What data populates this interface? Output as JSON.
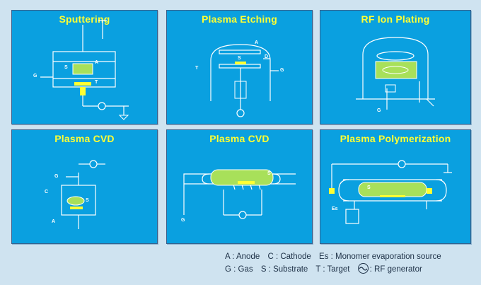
{
  "panels": [
    {
      "title": "Sputtering",
      "labels": [
        "S",
        "A",
        "T",
        "G"
      ]
    },
    {
      "title": "Plasma Etching",
      "labels": [
        "A",
        "S",
        "D",
        "T",
        "G"
      ]
    },
    {
      "title": "RF Ion Plating",
      "labels": [
        "G"
      ]
    },
    {
      "title": "Plasma CVD",
      "labels": [
        "G",
        "C",
        "S",
        "A"
      ]
    },
    {
      "title": "Plasma CVD",
      "labels": [
        "S",
        "G"
      ]
    },
    {
      "title": "Plasma Polymerization",
      "labels": [
        "S",
        "Es"
      ]
    }
  ],
  "legend": {
    "anode": "A : Anode",
    "cathode": "C : Cathode",
    "monomer": "Es : Monomer evaporation source",
    "gas": "G : Gas",
    "substrate": "S : Substrate",
    "target": "T : Target",
    "rf": ": RF generator"
  },
  "colors": {
    "panel_bg": "#0aa0e0",
    "title": "#ffff33",
    "plasma": "#a8e05a",
    "line": "#ffffff"
  }
}
